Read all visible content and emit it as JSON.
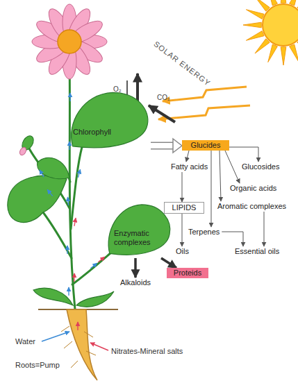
{
  "diagram": {
    "nodes": [
      {
        "text": [
          "Chlorophyll"
        ]
      },
      {
        "text": [
          "Glucides"
        ]
      },
      {
        "text": [
          "Fatty acids"
        ]
      },
      {
        "text": [
          "Glucosides"
        ]
      },
      {
        "text": [
          "Organic acids"
        ]
      },
      {
        "text": [
          "LIPIDS"
        ]
      },
      {
        "text": [
          "Aromatic complexes"
        ]
      },
      {
        "text": [
          "Terpenes"
        ]
      },
      {
        "text": [
          "Oils"
        ]
      },
      {
        "text": [
          "Essential oils"
        ]
      },
      {
        "text": [
          "Enzymatic complexes"
        ]
      },
      {
        "text": [
          "Proteids"
        ]
      },
      {
        "text": [
          "Alkaloids"
        ]
      }
    ],
    "edges": [
      {
        "from": 0,
        "to": 1,
        "arrow": "to"
      },
      {
        "from": 1,
        "to": 2,
        "arrow": "to"
      },
      {
        "from": 1,
        "to": 3,
        "arrow": "to"
      },
      {
        "from": 1,
        "to": 4,
        "arrow": "to"
      },
      {
        "from": 1,
        "to": 6,
        "arrow": "to"
      },
      {
        "from": 1,
        "to": 7,
        "arrow": "to"
      },
      {
        "from": 2,
        "to": 5,
        "arrow": "to"
      },
      {
        "from": 5,
        "to": 8,
        "arrow": "to"
      },
      {
        "from": 7,
        "to": 9,
        "arrow": "to"
      },
      {
        "from": 6,
        "to": 9,
        "arrow": "to"
      },
      {
        "from": 10,
        "to": 11,
        "arrow": "to"
      },
      {
        "from": 10,
        "to": 12,
        "arrow": "to"
      }
    ],
    "labels": [
      "SOLAR ENERGY",
      "O₂",
      "CO₂",
      "Water",
      "Roots=Pump",
      "Nitrates-Mineral salts"
    ]
  }
}
